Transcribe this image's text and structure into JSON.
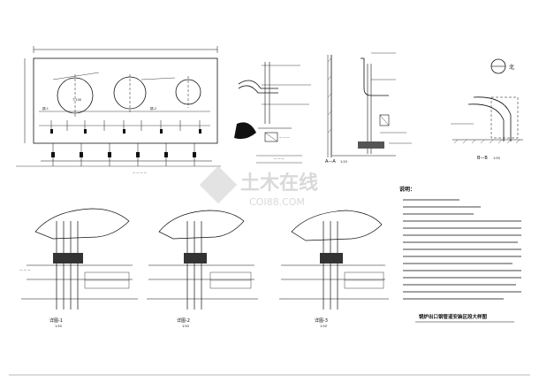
{
  "drawing": {
    "notes_heading": "说明：",
    "title_block": "锅炉出口钢管道安装区段大样图",
    "sheet_labels": {
      "plan_a": "详图-1",
      "plan_b": "详图-2",
      "plan_c": "详图-3",
      "section_aa": "A—A",
      "section_bb": "B—B"
    },
    "scales": {
      "s1": "1:50",
      "s2": "1:50",
      "s3": "1:50",
      "s4": "1:50",
      "s5": "1:20",
      "s6": "1:50"
    },
    "north_label": "北",
    "top_plan_labels": {
      "elevation": "7.100",
      "left_tag": "锅-1",
      "right_tag": "锅-2"
    },
    "watermark": {
      "main": "土木在线",
      "sub": "COI88.COM"
    }
  },
  "icons": [
    "north-arrow-icon",
    "section-cut-icon"
  ]
}
